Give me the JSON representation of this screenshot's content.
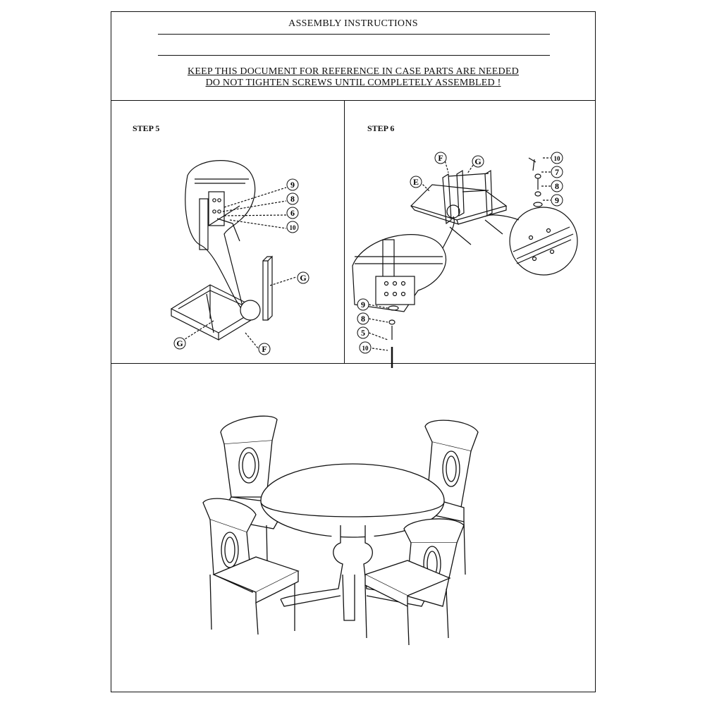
{
  "header": {
    "title": "ASSEMBLY INSTRUCTIONS",
    "note_line1": "KEEP THIS DOCUMENT FOR REFERENCE IN CASE PARTS ARE NEEDED",
    "note_line2": "DO NOT TIGHTEN SCREWS UNTIL COMPLETELY ASSEMBLED !"
  },
  "step5": {
    "label": "STEP 5",
    "callouts": {
      "c9": "9",
      "c8": "8",
      "c6": "6",
      "c10": "10",
      "g_top": "G",
      "g_bottom": "G",
      "f": "F"
    }
  },
  "step6": {
    "label": "STEP 6",
    "callouts": {
      "f": "F",
      "g": "G",
      "e": "E",
      "r10": "10",
      "r7": "7",
      "r8": "8",
      "r9": "9",
      "l9": "9",
      "l8": "8",
      "l5": "5",
      "l10": "10"
    }
  }
}
